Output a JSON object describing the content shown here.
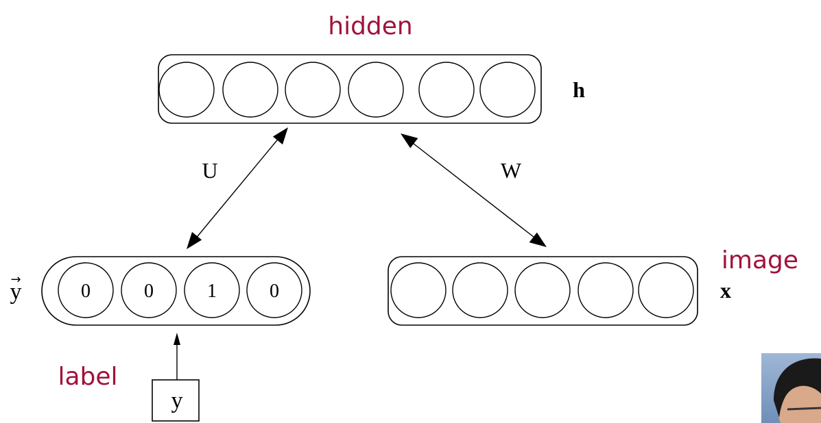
{
  "colors": {
    "accent": "#A0123A",
    "ink": "#000000",
    "background": "#ffffff"
  },
  "labels": {
    "hidden": "hidden",
    "image": "image",
    "label": "label"
  },
  "symbols": {
    "h": "h",
    "x": "x",
    "y_vec": "y",
    "y_vec_arrow": "→",
    "U": "U",
    "W": "W",
    "y_box": "y"
  },
  "layers": {
    "hidden": {
      "unit_count": 6
    },
    "image": {
      "unit_count": 5
    },
    "label": {
      "unit_values": [
        "0",
        "0",
        "1",
        "0"
      ]
    }
  },
  "photo": {
    "icon": "person-photo-icon"
  }
}
